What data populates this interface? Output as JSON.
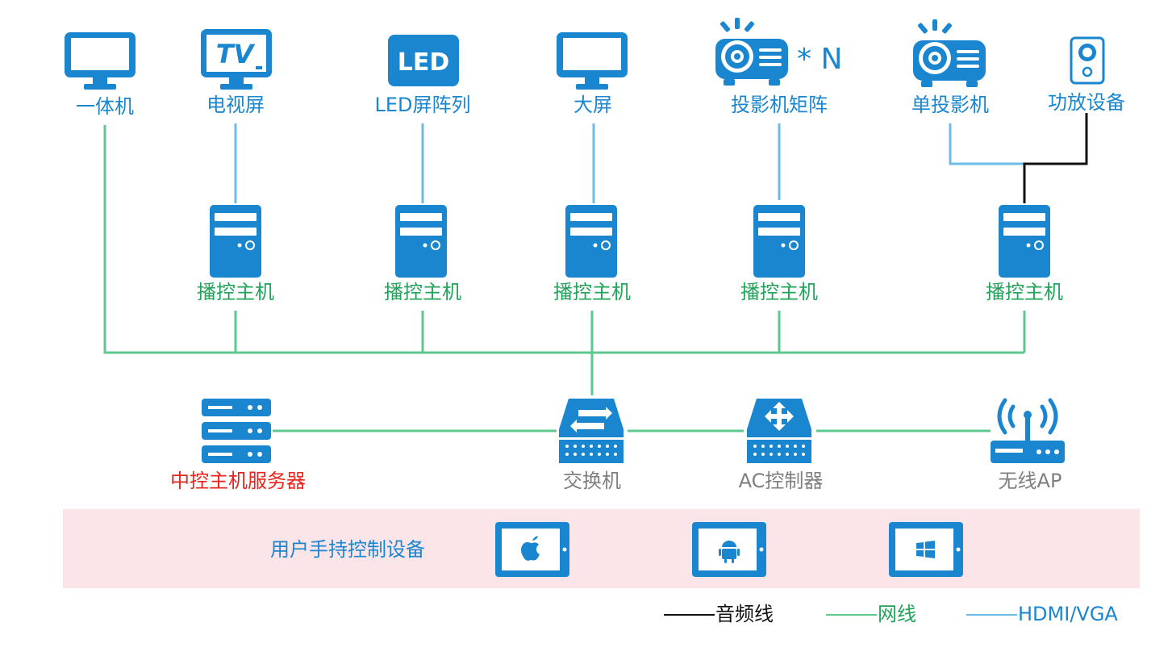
{
  "colors": {
    "icon": "#1a86cf",
    "audio_line": "#111111",
    "network_line": "#5ec98f",
    "hdmi_line": "#6cbde6",
    "label_blue": "#1a86cf",
    "label_green": "#22a35a",
    "label_red": "#e8251c",
    "label_gray": "#7f7f7f",
    "band_bg": "#fbe5e9"
  },
  "displays": {
    "all_in_one": "一体机",
    "tv_screen": "电视屏",
    "tv_icon_text": "TV",
    "led_array": "LED屏阵列",
    "led_icon_text": "LED",
    "big_screen": "大屏",
    "projector_matrix": "投影机矩阵",
    "projector_count": "* N",
    "single_projector": "单投影机",
    "amplifier": "功放设备"
  },
  "hosts": {
    "label": "播控主机"
  },
  "network": {
    "central_server": "中控主机服务器",
    "switch": "交换机",
    "ac_controller": "AC控制器",
    "wireless_ap": "无线AP"
  },
  "handheld": {
    "label": "用户手持控制设备",
    "devices": [
      "apple-icon",
      "android-icon",
      "windows-icon"
    ]
  },
  "legend": {
    "audio": "音频线",
    "network": "网线",
    "hdmi": "HDMI/VGA"
  }
}
